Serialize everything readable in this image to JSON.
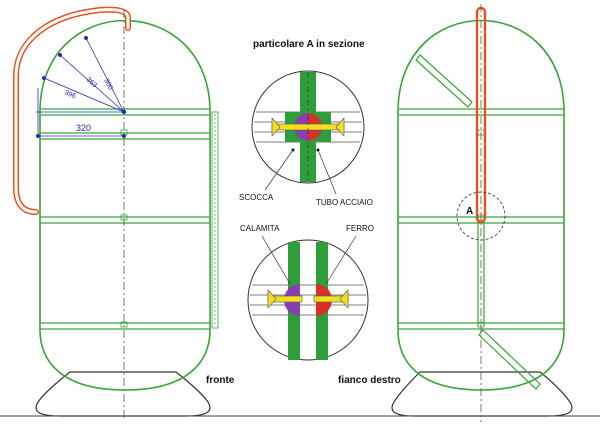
{
  "title": "particolare A in sezione",
  "views": {
    "front_label": "fronte",
    "right_label": "fianco destro"
  },
  "detail_labels": {
    "scocca": "SCOCCA",
    "tubo": "TUBO ACCIAIO",
    "calamita": "CALAMITA",
    "ferro": "FERRO"
  },
  "marker": "A",
  "dimensions": {
    "d1": "300",
    "d2": "363",
    "d3": "396",
    "d4": "320"
  },
  "colors": {
    "body_outline": "#3aa33a",
    "tube": "#e8501e",
    "centerline": "#555555",
    "dimension": "#2a2ab8",
    "section_fill": "#2e9e3a",
    "magnet": "#8a3fb0",
    "iron": "#d8302a",
    "bolt": "#f2e020",
    "base": "#333333"
  }
}
